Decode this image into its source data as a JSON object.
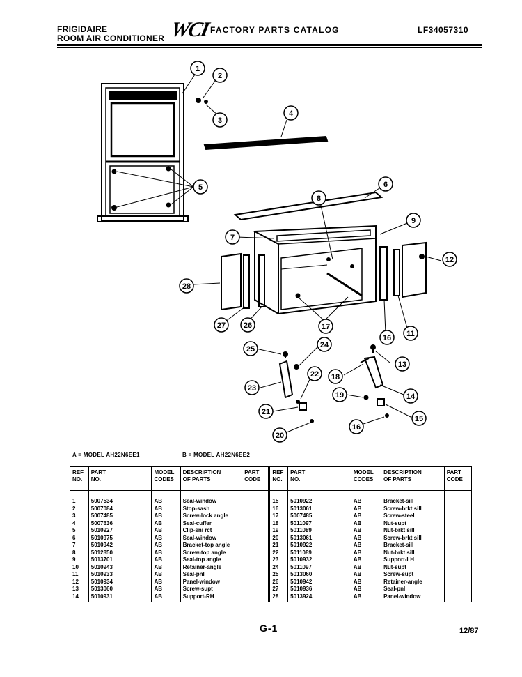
{
  "header": {
    "brand_line1": "FRIGIDAIRE",
    "brand_line2": "ROOM AIR CONDITIONER",
    "logo": "WCI",
    "title": "FACTORY PARTS CATALOG",
    "model_number": "LF34057310"
  },
  "legend": {
    "a": "A = MODEL AH22N6EE1",
    "b": "B = MODEL AH22N6EE2"
  },
  "callouts": [
    "1",
    "2",
    "3",
    "4",
    "5",
    "6",
    "7",
    "8",
    "9",
    "11",
    "12",
    "13",
    "14",
    "15",
    "16",
    "16",
    "17",
    "18",
    "19",
    "20",
    "21",
    "22",
    "23",
    "24",
    "25",
    "26",
    "27",
    "28"
  ],
  "table": {
    "headers": {
      "ref": [
        "REF",
        "NO."
      ],
      "part": [
        "PART",
        "NO."
      ],
      "model": [
        "MODEL",
        "CODES"
      ],
      "desc": [
        "DESCRIPTION",
        "OF PARTS"
      ],
      "code": [
        "PART",
        "CODE"
      ]
    },
    "left": [
      {
        "ref": "1",
        "part": "5007534",
        "model": "AB",
        "desc": "Seal-window",
        "code": ""
      },
      {
        "ref": "2",
        "part": "5007084",
        "model": "AB",
        "desc": "Stop-sash",
        "code": ""
      },
      {
        "ref": "3",
        "part": "5007485",
        "model": "AB",
        "desc": "Screw-lock angle",
        "code": ""
      },
      {
        "ref": "4",
        "part": "5007636",
        "model": "AB",
        "desc": "Seal-cuffer",
        "code": ""
      },
      {
        "ref": "5",
        "part": "5010927",
        "model": "AB",
        "desc": "Clip-sni rct",
        "code": ""
      },
      {
        "ref": "6",
        "part": "5010975",
        "model": "AB",
        "desc": "Seal-window",
        "code": ""
      },
      {
        "ref": "7",
        "part": "5010942",
        "model": "AB",
        "desc": "Bracket-top angle",
        "code": ""
      },
      {
        "ref": "8",
        "part": "5012850",
        "model": "AB",
        "desc": "Screw-top angle",
        "code": ""
      },
      {
        "ref": "9",
        "part": "5013701",
        "model": "AB",
        "desc": "Seal-top angle",
        "code": ""
      },
      {
        "ref": "10",
        "part": "5010943",
        "model": "AB",
        "desc": "Retainer-angle",
        "code": ""
      },
      {
        "ref": "11",
        "part": "5010933",
        "model": "AB",
        "desc": "Seal-pnl",
        "code": ""
      },
      {
        "ref": "12",
        "part": "5010934",
        "model": "AB",
        "desc": "Panel-window",
        "code": ""
      },
      {
        "ref": "13",
        "part": "5013060",
        "model": "AB",
        "desc": "Screw-supt",
        "code": ""
      },
      {
        "ref": "14",
        "part": "5010931",
        "model": "AB",
        "desc": "Support-RH",
        "code": ""
      }
    ],
    "right": [
      {
        "ref": "15",
        "part": "5010922",
        "model": "AB",
        "desc": "Bracket-sill",
        "code": ""
      },
      {
        "ref": "16",
        "part": "5013061",
        "model": "AB",
        "desc": "Screw-brkt sill",
        "code": ""
      },
      {
        "ref": "17",
        "part": "5007485",
        "model": "AB",
        "desc": "Screw-steel",
        "code": ""
      },
      {
        "ref": "18",
        "part": "5011097",
        "model": "AB",
        "desc": "Nut-supt",
        "code": ""
      },
      {
        "ref": "19",
        "part": "5011089",
        "model": "AB",
        "desc": "Nut-brkt sill",
        "code": ""
      },
      {
        "ref": "20",
        "part": "5013061",
        "model": "AB",
        "desc": "Screw-brkt sill",
        "code": ""
      },
      {
        "ref": "21",
        "part": "5010922",
        "model": "AB",
        "desc": "Bracket-sill",
        "code": ""
      },
      {
        "ref": "22",
        "part": "5011089",
        "model": "AB",
        "desc": "Nut-brkt sill",
        "code": ""
      },
      {
        "ref": "23",
        "part": "5010932",
        "model": "AB",
        "desc": "Support-LH",
        "code": ""
      },
      {
        "ref": "24",
        "part": "5011097",
        "model": "AB",
        "desc": "Nut-supt",
        "code": ""
      },
      {
        "ref": "25",
        "part": "5013060",
        "model": "AB",
        "desc": "Screw-supt",
        "code": ""
      },
      {
        "ref": "26",
        "part": "5010942",
        "model": "AB",
        "desc": "Retainer-angle",
        "code": ""
      },
      {
        "ref": "27",
        "part": "5010936",
        "model": "AB",
        "desc": "Seal-pnl",
        "code": ""
      },
      {
        "ref": "28",
        "part": "5013924",
        "model": "AB",
        "desc": "Panel-window",
        "code": ""
      }
    ]
  },
  "footer": {
    "page": "G-1",
    "date": "12/87"
  }
}
